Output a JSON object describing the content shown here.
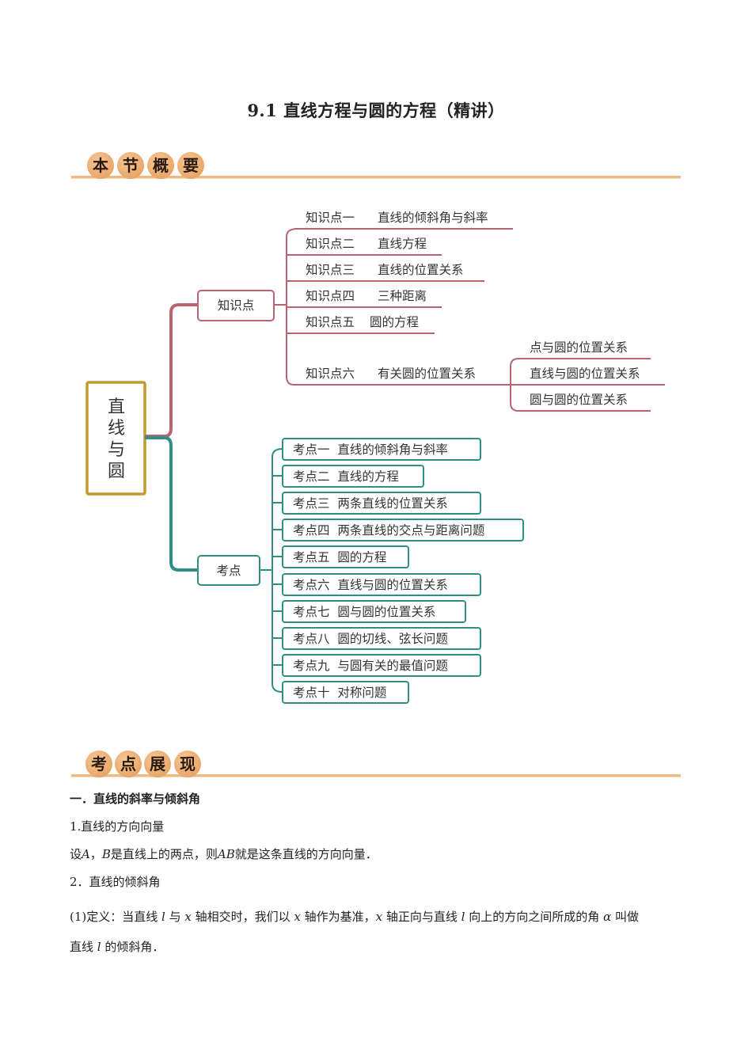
{
  "title": "9.1 直线方程与圆的方程（精讲）",
  "section1": {
    "chars": [
      "本",
      "节",
      "概",
      "要"
    ]
  },
  "section2": {
    "chars": [
      "考",
      "点",
      "展",
      "现"
    ]
  },
  "mindmap": {
    "root": [
      "直",
      "线",
      "与",
      "圆"
    ],
    "branch1": {
      "label": "知识点",
      "items": [
        {
          "num": "知识点一",
          "text": "直线的倾斜角与斜率"
        },
        {
          "num": "知识点二",
          "text": "直线方程"
        },
        {
          "num": "知识点三",
          "text": "直线的位置关系"
        },
        {
          "num": "知识点四",
          "text": "三种距离"
        },
        {
          "num": "知识点五",
          "text": "圆的方程"
        },
        {
          "num": "知识点六",
          "text": "有关圆的位置关系"
        }
      ],
      "sub_items": [
        "点与圆的位置关系",
        "直线与圆的位置关系",
        "圆与圆的位置关系"
      ]
    },
    "branch2": {
      "label": "考点",
      "items": [
        "考点一  直线的倾斜角与斜率",
        "考点二  直线的方程",
        "考点三  两条直线的位置关系",
        "考点四  两条直线的交点与距离问题",
        "考点五  圆的方程",
        "考点六  直线与圆的位置关系",
        "考点七  圆与圆的位置关系",
        "考点八  圆的切线、弦长问题",
        "考点九  与圆有关的最值问题",
        "考点十  对称问题"
      ]
    }
  },
  "colors": {
    "branch1": "#b9656f",
    "branch2": "#2f8f85",
    "root_border": "#c39a2c",
    "header_rule": "#f0b982"
  },
  "content": {
    "heading1": "一．直线的斜率与倾斜角",
    "sub1": "1.直线的方向向量",
    "p1": {
      "a": "设",
      "A": "A",
      "b": "，",
      "B": "B",
      "c": "是直线上的两点，则",
      "AB": "AB",
      "d": "就是这条直线的方向向量．"
    },
    "sub2": "2．直线的倾斜角",
    "p2": {
      "a": "(1)定义：当直线 ",
      "l1": "l",
      "b": " 与 ",
      "x1": "x",
      "c": " 轴相交时，我们以 ",
      "x2": "x",
      "d": " 轴作为基准，",
      "x3": "x",
      "e": " 轴正向与直线 ",
      "l2": "l",
      "f": " 向上的方向之间所成的角 ",
      "alpha": "α",
      "g": " 叫做",
      "h": "直线 ",
      "l3": "l",
      "i": " 的倾斜角．"
    }
  }
}
